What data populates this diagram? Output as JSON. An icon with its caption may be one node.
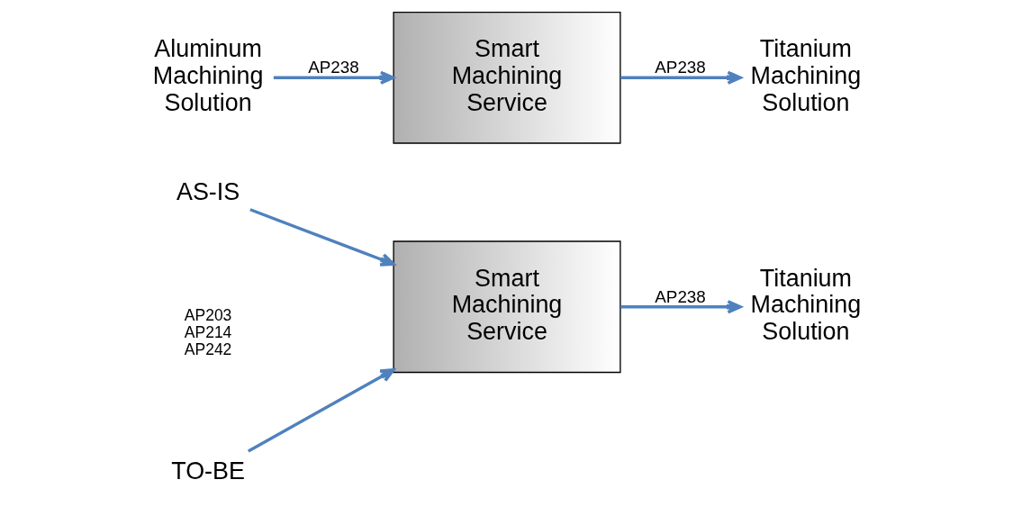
{
  "diagram": {
    "nodes": [
      {
        "text": [
          "AS-IS"
        ]
      },
      {
        "text": [
          "TO-BE"
        ]
      },
      {
        "text": [
          "Smart Machining Service"
        ]
      },
      {
        "text": [
          "Titanium Machining Solution"
        ]
      },
      {
        "text": [
          "Aluminum Machining Solution"
        ]
      },
      {
        "text": [
          "Smart Machining Service"
        ]
      },
      {
        "text": [
          "Titanium Machining Solution"
        ]
      }
    ],
    "edges": [
      {
        "from": 0,
        "to": 2,
        "arrow": "to"
      },
      {
        "from": 1,
        "to": 2,
        "arrow": "to"
      },
      {
        "from": 2,
        "to": 3,
        "arrow": "to",
        "label": "AP238"
      },
      {
        "from": 4,
        "to": 5,
        "arrow": "to",
        "label": "AP238"
      },
      {
        "from": 5,
        "to": 6,
        "arrow": "to",
        "label": "AP238"
      }
    ],
    "labels": [
      "AP203 AP214 AP242"
    ]
  }
}
